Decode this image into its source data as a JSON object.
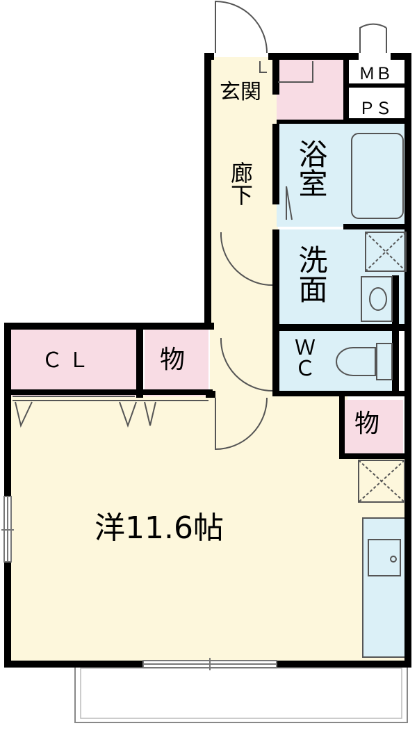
{
  "floorplan": {
    "rooms": {
      "western_room": "洋11.6帖",
      "closet": "ＣＬ",
      "storage_left": "物",
      "storage_right": "物",
      "entrance": "玄関",
      "hallway": "廊下",
      "bathroom": "浴室",
      "washroom": "洗面",
      "toilet": "ＷＣ",
      "meter_box": "ＭＢ",
      "pipe_space": "ＰＳ"
    },
    "colors": {
      "wall": "#000000",
      "room_fill": "#fdf7dc",
      "wet_area_fill": "#dbf0f7",
      "storage_fill": "#f8dce4",
      "fixture_line": "#555555"
    }
  }
}
